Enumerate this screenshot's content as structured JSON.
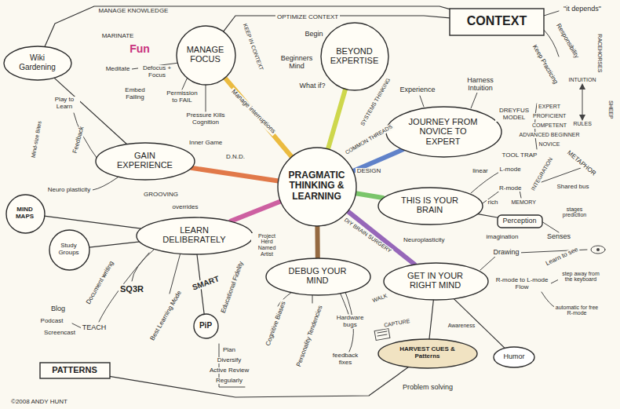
{
  "diagram": {
    "nodes": [
      {
        "text": [
          "PRAGMATIC THINKING & LEARNING"
        ]
      },
      {
        "text": [
          "MANAGE FOCUS"
        ]
      },
      {
        "text": [
          "BEYOND EXPERTISE"
        ]
      },
      {
        "text": [
          "JOURNEY FROM NOVICE TO EXPERT"
        ]
      },
      {
        "text": [
          "THIS IS YOUR BRAIN"
        ]
      },
      {
        "text": [
          "GET IN YOUR RIGHT MIND"
        ]
      },
      {
        "text": [
          "DEBUG YOUR MIND"
        ]
      },
      {
        "text": [
          "LEARN DELIBERATELY"
        ]
      },
      {
        "text": [
          "GAIN EXPERIENCE"
        ]
      },
      {
        "text": [
          "CONTEXT"
        ]
      },
      {
        "text": [
          "PATTERNS"
        ]
      },
      {
        "text": [
          "Wiki Gardening"
        ]
      },
      {
        "text": [
          "MIND MAPS"
        ]
      },
      {
        "text": [
          "Study Groups"
        ]
      },
      {
        "text": [
          "PiP"
        ]
      },
      {
        "text": [
          "Perception"
        ]
      },
      {
        "text": [
          "HARVEST CUES & Patterns"
        ]
      },
      {
        "text": [
          "Humor"
        ]
      }
    ],
    "edges": [
      {
        "from": 0,
        "to": 1,
        "arrow": "none"
      },
      {
        "from": 0,
        "to": 2,
        "arrow": "none"
      },
      {
        "from": 0,
        "to": 3,
        "arrow": "none"
      },
      {
        "from": 0,
        "to": 4,
        "arrow": "none"
      },
      {
        "from": 0,
        "to": 5,
        "arrow": "none"
      },
      {
        "from": 0,
        "to": 6,
        "arrow": "none"
      },
      {
        "from": 0,
        "to": 7,
        "arrow": "none"
      },
      {
        "from": 0,
        "to": 8,
        "arrow": "none"
      },
      {
        "from": 1,
        "to": 9,
        "arrow": "none"
      },
      {
        "from": 11,
        "to": 9,
        "arrow": "none"
      },
      {
        "from": 11,
        "to": 8,
        "arrow": "none"
      },
      {
        "from": 12,
        "to": 7,
        "arrow": "none"
      },
      {
        "from": 13,
        "to": 7,
        "arrow": "none"
      },
      {
        "from": 14,
        "to": 7,
        "arrow": "none"
      },
      {
        "from": 15,
        "to": 4,
        "arrow": "none"
      },
      {
        "from": 16,
        "to": 5,
        "arrow": "none"
      },
      {
        "from": 17,
        "to": 5,
        "arrow": "none"
      },
      {
        "from": 10,
        "to": 16,
        "arrow": "none"
      }
    ],
    "labels": [
      "MANAGE KNOWLEDGE",
      "OPTIMIZE CONTEXT",
      "MARINATE",
      "KEEP IN CONTEXT",
      "Fun",
      "Meditate",
      "Defocus + Focus",
      "Embed Failing",
      "Permission to FAIL",
      "Pressure Kills Cognition",
      "Manage interruptions",
      "Inner Game",
      "D.N.D.",
      "Begin",
      "Beginners Mind",
      "What if?",
      "SYSTEMS THINKING",
      "COMMON THREADS",
      "\"it depends\"",
      "Responsibility",
      "Keep Practicing",
      "RACEHORSES",
      "INTUITION",
      "RULES",
      "SHEEP",
      "Experience",
      "Harness Intuition",
      "DREYFUS MODEL",
      "EXPERT",
      "PROFICIENT",
      "COMPETENT",
      "ADVANCED BEGINNER",
      "NOVICE",
      "TOOL TRAP",
      "METAPHOR",
      "DESIGN",
      "linear",
      "L-mode",
      "R-mode",
      "INTEGRATION",
      "rich",
      "Shared bus",
      "MEMORY",
      "stages prediction",
      "imagination",
      "Senses",
      "DIY BRAIN SURGERY",
      "Neuroplasticity",
      "Drawing",
      "Learn to see",
      "R-mode to L-mode Flow",
      "step away from the keyboard",
      "automatic for free R-mode",
      "WALK",
      "CAPTURE",
      "Awareness",
      "Problem solving",
      "Cognitive Biases",
      "Personality Tendencies",
      "Hardware bugs",
      "feedback fixes",
      "SMART",
      "Educational Fidelity",
      "Project Herd Named Artist",
      "Best Learning Mode",
      "Plan",
      "Diversify",
      "Active Review",
      "Regularly",
      "Document writing",
      "SQ3R",
      "TEACH",
      "Blog",
      "Podcast",
      "Screencast",
      "Play to Learn",
      "Mind-size Bites",
      "Feedback",
      "Neuro plasticity",
      "GROOVING",
      "overrides",
      "©2008 ANDY HUNT"
    ]
  }
}
